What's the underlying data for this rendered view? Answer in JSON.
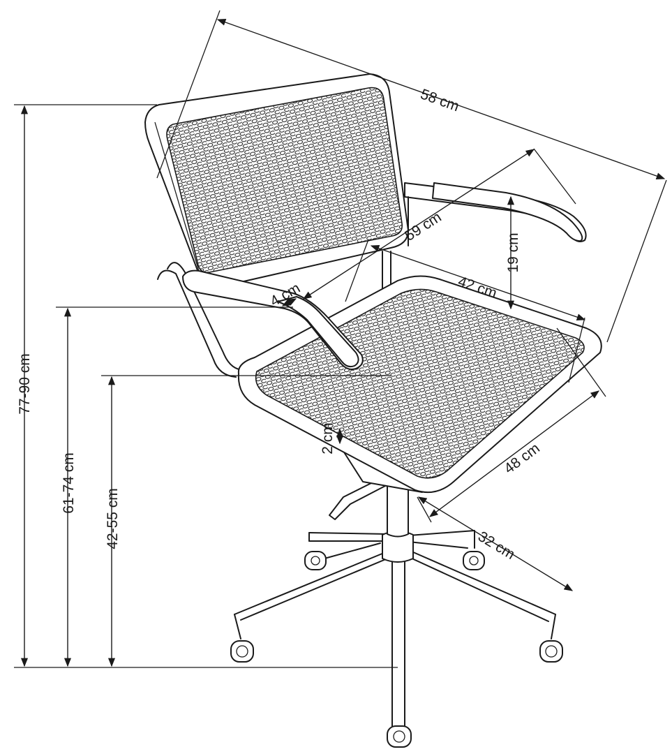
{
  "dimensions": {
    "total_height": "77-90 cm",
    "armrest_height": "61-74 cm",
    "seat_height": "42-55 cm",
    "width": "58 cm",
    "depth": "59 cm",
    "seat_width": "42 cm",
    "seat_depth": "48 cm",
    "armrest_to_seat": "19 cm",
    "armrest_thickness": "4 cm",
    "seat_thickness": "2 cm",
    "backrest_height": "32 cm"
  }
}
